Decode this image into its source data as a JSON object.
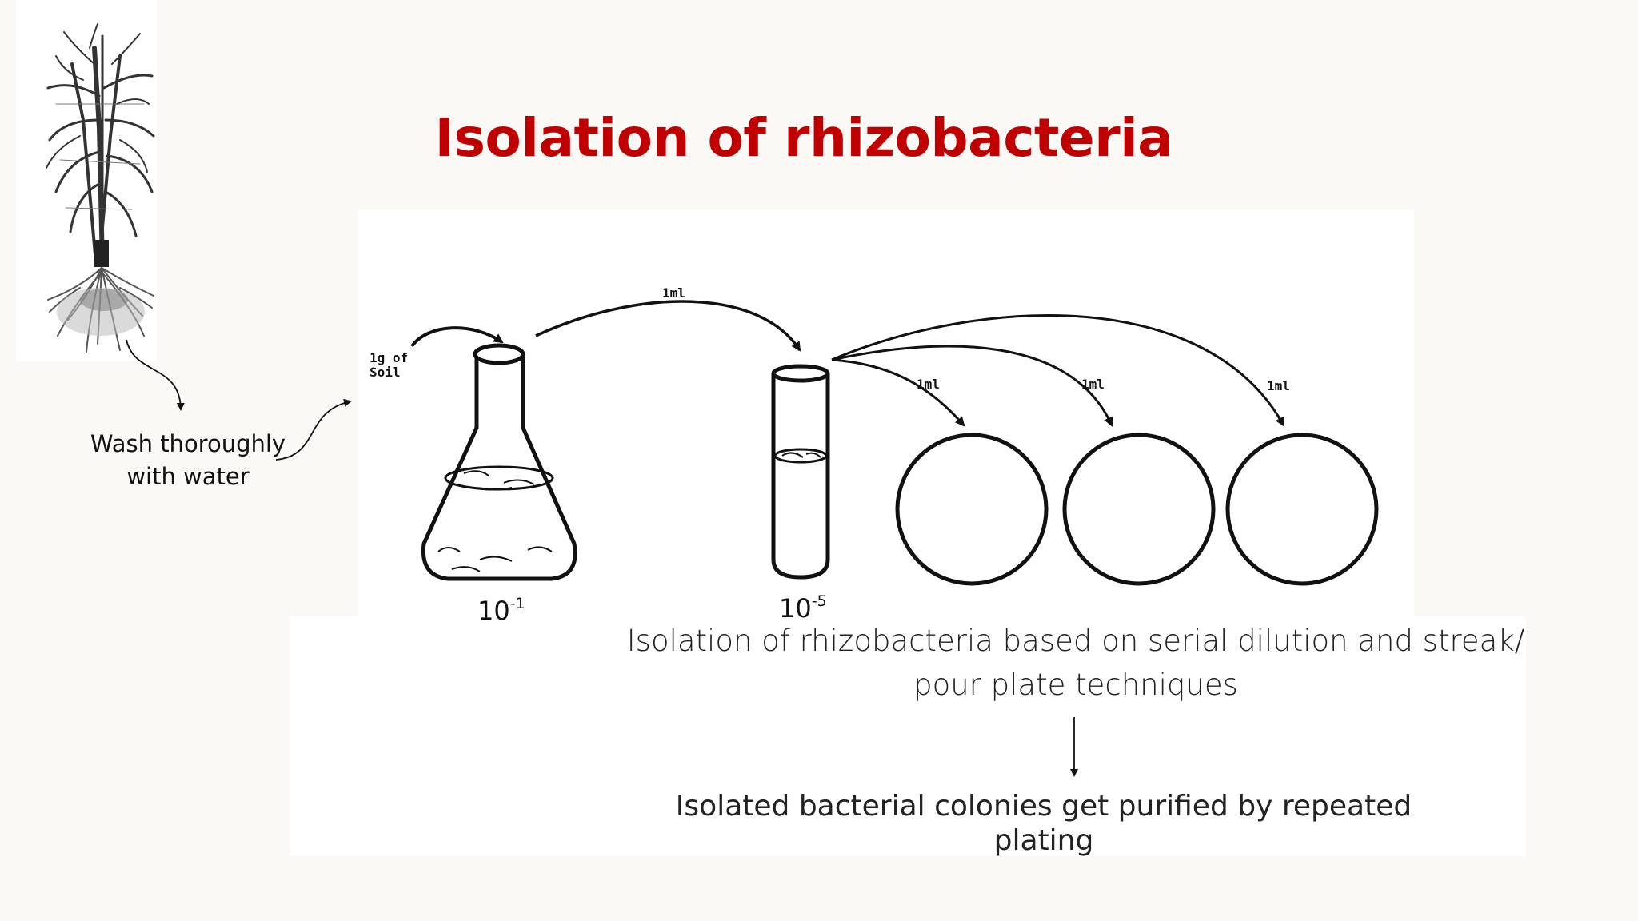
{
  "slide": {
    "title": "Isolation of rhizobacteria"
  },
  "labels": {
    "wash_line1": "Wash thoroughly",
    "wash_line2": "with water",
    "soil_line1": "1g of",
    "soil_line2": "Soil",
    "transfer_flask_to_tube": "1ml",
    "plate_1": "1ml",
    "plate_2": "1ml",
    "plate_3": "1ml",
    "dilution_flask_base": "10",
    "dilution_flask_exp": "-1",
    "dilution_tube_base": "10",
    "dilution_tube_exp": "-5"
  },
  "captions": {
    "line1": "Isolation of rhizobacteria based on serial dilution and streak/",
    "line2": "pour plate techniques",
    "result": "Isolated bacterial colonies get purified by repeated plating"
  }
}
